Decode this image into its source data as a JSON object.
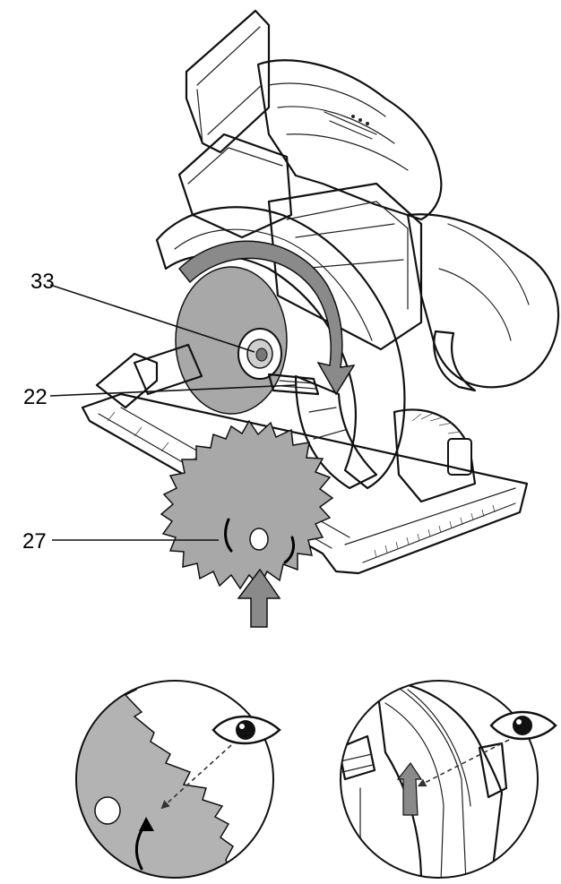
{
  "callouts": [
    {
      "id": "33",
      "label": "33"
    },
    {
      "id": "22",
      "label": "22"
    },
    {
      "id": "27",
      "label": "27"
    }
  ],
  "colors": {
    "blade": "#a8a8a8",
    "detail_blade": "#b3b3b3",
    "arrow": "#8a8a8a",
    "line": "#111111",
    "body": "#ffffff"
  },
  "icons": {
    "eye": "eye-icon",
    "view_direction": "dashed-arrow-icon",
    "rotation": "curved-arrow-icon",
    "mount": "up-arrow-icon"
  }
}
